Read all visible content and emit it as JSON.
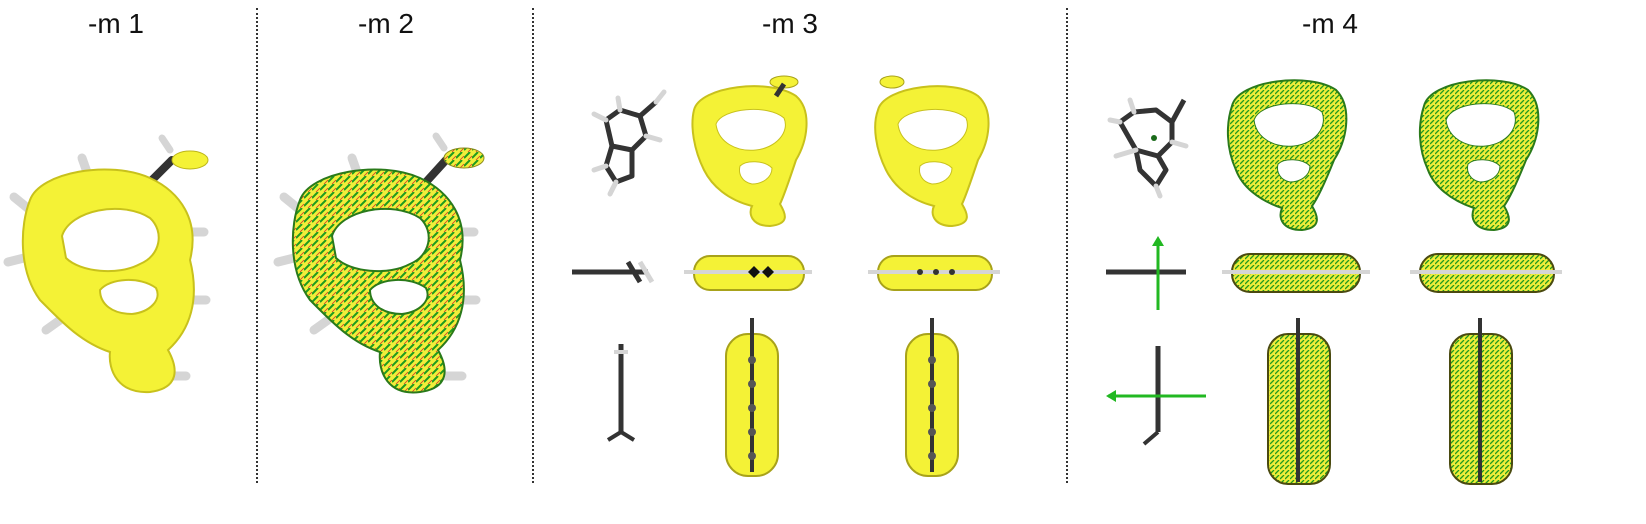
{
  "panels": [
    {
      "id": "m1",
      "label": "-m 1"
    },
    {
      "id": "m2",
      "label": "-m 2"
    },
    {
      "id": "m3",
      "label": "-m 3"
    },
    {
      "id": "m4",
      "label": "-m 4"
    }
  ],
  "colors": {
    "isosurface": "#f4f236",
    "isosurface_shade": "#c9c21d",
    "vector_green": "#1f9a1f",
    "vector_red": "#d23a2a",
    "bond_dark": "#333333",
    "hydrogen": "#d8d8d8",
    "axis_arrow": "#22b822"
  }
}
